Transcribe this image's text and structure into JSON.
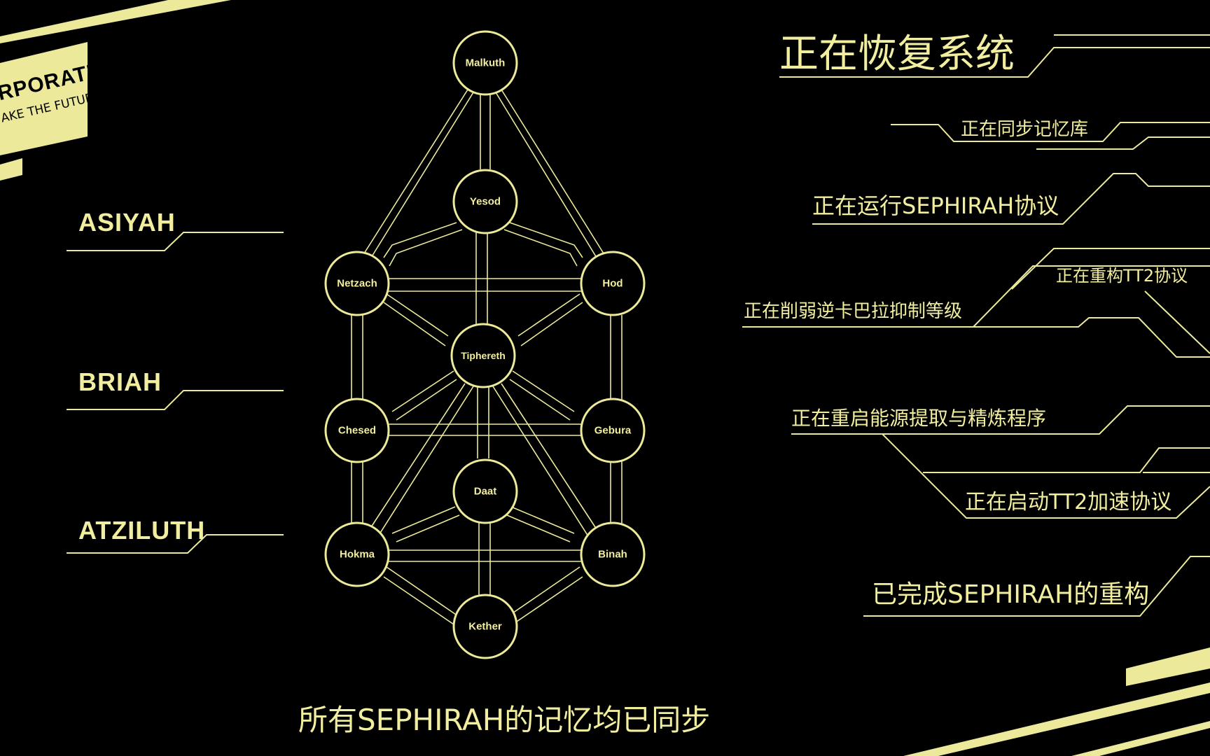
{
  "theme": {
    "accent": "#f2eea0",
    "background": "#000000"
  },
  "logo": {
    "line1": "RPORATION",
    "line2": "AKE THE FUTURE"
  },
  "worlds": [
    {
      "label": "ASIYAH"
    },
    {
      "label": "BRIAH"
    },
    {
      "label": "ATZILUTH"
    }
  ],
  "sephirot": {
    "malkuth": "Malkuth",
    "yesod": "Yesod",
    "netzach": "Netzach",
    "hod": "Hod",
    "tiphereth": "Tiphereth",
    "chesed": "Chesed",
    "gebura": "Gebura",
    "daat": "Daat",
    "hokma": "Hokma",
    "binah": "Binah",
    "kether": "Kether"
  },
  "status": {
    "title": "正在恢复系统",
    "sync_memory": "正在同步记忆库",
    "run_protocol": "正在运行SEPHIRAH协议",
    "rebuild_tt2": "正在重构TT2协议",
    "weaken_qliphoth": "正在削弱逆卡巴拉抑制等级",
    "restart_energy": "正在重启能源提取与精炼程序",
    "start_tt2": "正在启动TT2加速协议",
    "complete": "已完成SEPHIRAH的重构"
  },
  "footer": {
    "message": "所有SEPHIRAH的记忆均已同步"
  }
}
